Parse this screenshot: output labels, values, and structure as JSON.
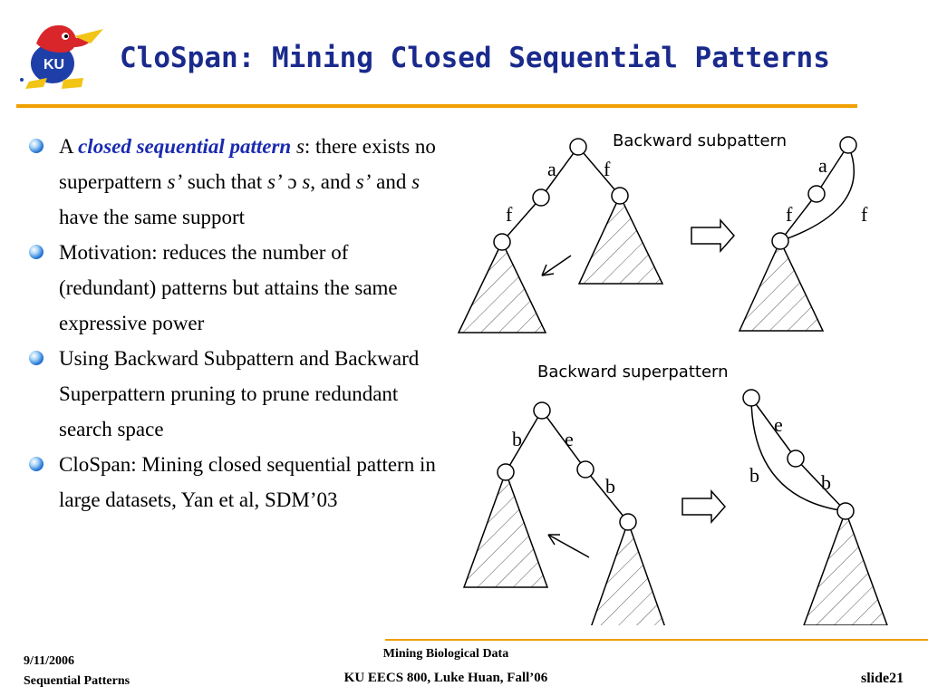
{
  "slide": {
    "title": "CloSpan: Mining Closed Sequential Patterns",
    "logo_text": "KU"
  },
  "bullets": [
    {
      "prefix": "A ",
      "emphasis": "closed sequential pattern",
      "mid1": " ",
      "var_s": "s",
      "mid2": ": there exists no superpattern ",
      "var_s_prime": "s’",
      "mid3": " such that ",
      "var_s_prime2": "s’",
      "symbol": " ɔ ",
      "var_s2": "s",
      "mid4": ", and ",
      "var_s_prime3": "s’",
      "mid5": " and ",
      "var_s3": "s",
      "suffix": " have the same support"
    },
    {
      "text": "Motivation: reduces the number of (redundant) patterns but attains the same expressive power"
    },
    {
      "text": "Using Backward Subpattern and Backward Superpattern pruning to prune redundant search space"
    },
    {
      "text": "CloSpan: Mining closed sequential pattern in large datasets, Yan et al, SDM’03"
    }
  ],
  "diagram": {
    "subpattern_label": "Backward subpattern",
    "superpattern_label": "Backward superpattern",
    "letters": {
      "a": "a",
      "f": "f",
      "b": "b",
      "e": "e"
    }
  },
  "footer": {
    "date": "9/11/2006",
    "topic": "Sequential Patterns",
    "course_line1": "Mining Biological Data",
    "course_line2": "KU EECS 800, Luke Huan, Fall’06",
    "slide_number": "slide21"
  }
}
